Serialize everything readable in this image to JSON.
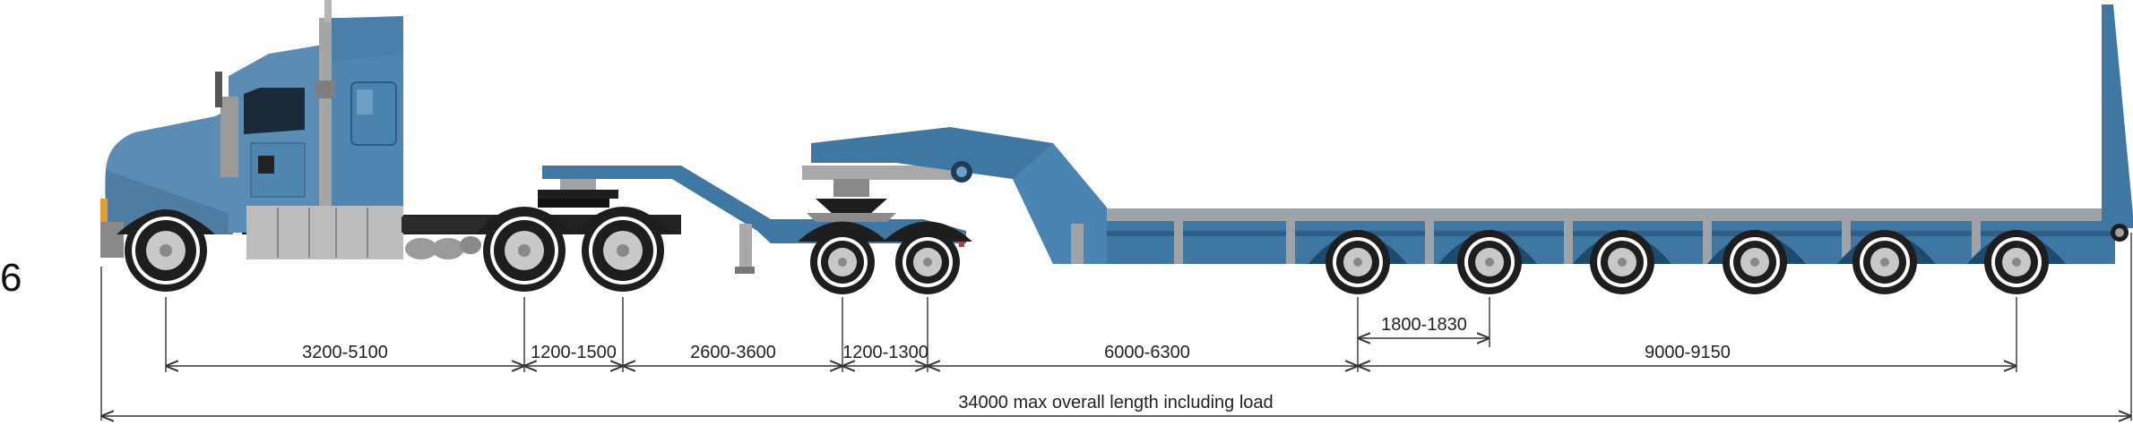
{
  "diagram": {
    "type": "vehicle-dimension-diagram",
    "left_label": "6",
    "colors": {
      "cab_blue": "#5b8db4",
      "trailer_blue": "#3f77a3",
      "deck_grey": "#9ea3a8",
      "chassis_black": "#1e1e1e"
    },
    "dimensions": {
      "d1": "3200-5100",
      "d2": "1200-1500",
      "d3": "2600-3600",
      "d4": "1200-1300",
      "d5": "6000-6300",
      "d6": "1800-1830",
      "d7": "9000-9150",
      "overall": "34000 max overall length including load"
    }
  }
}
